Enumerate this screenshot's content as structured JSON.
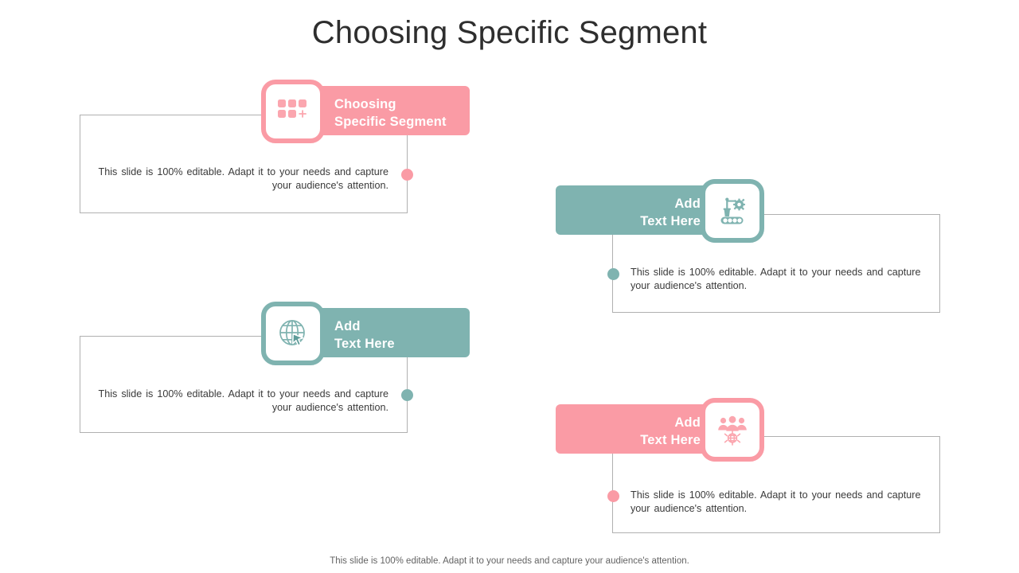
{
  "slide": {
    "title": "Choosing Specific Segment",
    "footer": "This slide is 100% editable. Adapt it to your needs and capture your audience's attention."
  },
  "colors": {
    "pink": "#FA9BA5",
    "teal": "#7FB3B0",
    "text": "#3A3A3A",
    "box_border": "#B0B0B0",
    "title": "#2E2E2E"
  },
  "body_text": "This slide is 100% editable. Adapt it to your needs and capture your audience's attention.",
  "panels": [
    {
      "id": "top-left",
      "badge_label": "Choosing\nSpecific Segment",
      "icon": "grid-plus-icon",
      "color": "pink",
      "text": "This slide is 100% editable. Adapt it to your needs and capture your audience's attention.",
      "align": "right"
    },
    {
      "id": "top-right",
      "badge_label": "Add\nText Here",
      "icon": "industrial-robot-icon",
      "color": "teal",
      "text": "This slide is 100% editable. Adapt it to your needs and capture your audience's attention.",
      "align": "left"
    },
    {
      "id": "bottom-left",
      "badge_label": "Add\nText Here",
      "icon": "globe-cursor-icon",
      "color": "teal",
      "text": "This slide is 100% editable. Adapt it to your needs and capture your audience's attention.",
      "align": "right"
    },
    {
      "id": "bottom-right",
      "badge_label": "Add\nText Here",
      "icon": "people-network-icon",
      "color": "pink",
      "text": "This slide is 100% editable. Adapt it to your needs and capture your audience's attention.",
      "align": "left"
    }
  ]
}
